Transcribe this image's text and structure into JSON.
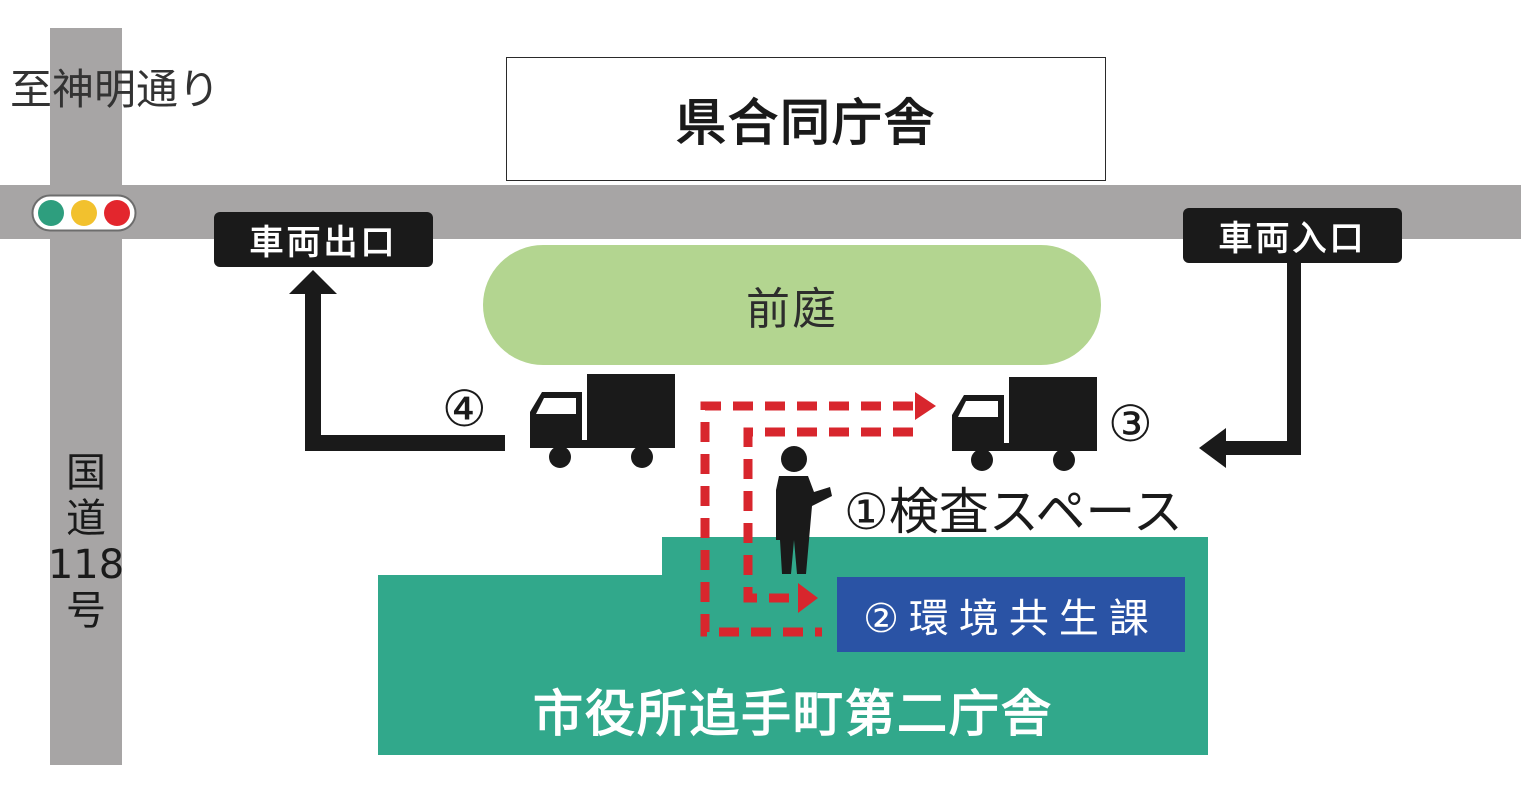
{
  "map": {
    "to_shinmei": "至神明通り",
    "pref_building": "県合同庁舎",
    "vehicle_exit": "車両出口",
    "vehicle_entrance": "車両入口",
    "front_garden": "前庭",
    "route_118_chars": [
      "国",
      "道",
      "118",
      "号"
    ],
    "inspection_space": "①検査スペース",
    "env_dept": "②環境共生課",
    "num_3": "③",
    "num_4": "④",
    "city_hall": "市役所追手町第二庁舎"
  },
  "colors": {
    "road": "#a7a5a5",
    "front_garden": "#b3d590",
    "city_hall": "#31a88b",
    "env_dept": "#2a53a5",
    "route_arrow": "#d8262d",
    "traffic_green": "#2e9e7e",
    "traffic_yellow": "#f2c12e",
    "traffic_red": "#e3262d"
  },
  "icons": [
    "traffic-light-icon",
    "truck-icon",
    "person-icon",
    "arrow-icon"
  ]
}
